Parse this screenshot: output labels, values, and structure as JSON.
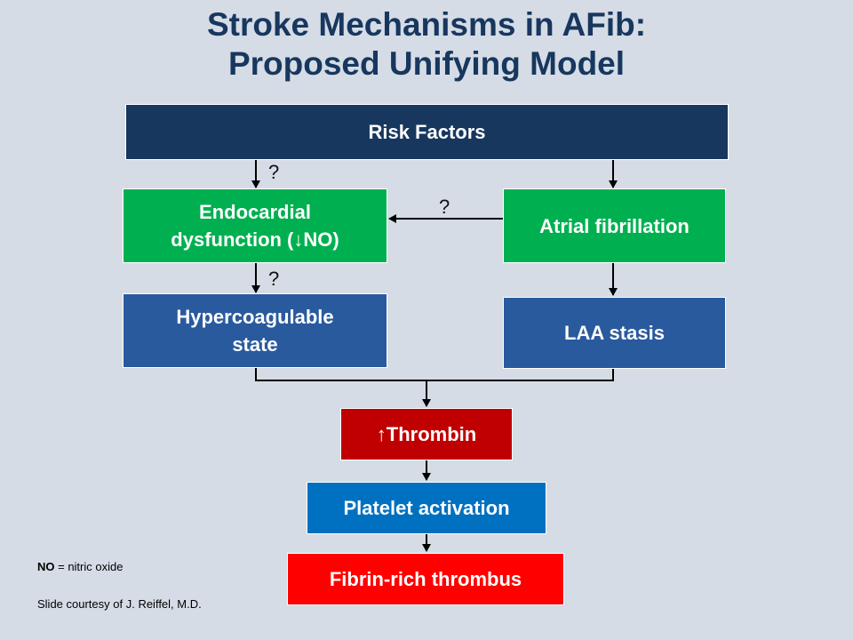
{
  "title": {
    "line1": "Stroke Mechanisms in AFib:",
    "line2": "Proposed Unifying Model"
  },
  "boxes": {
    "risk_factors": "Risk Factors",
    "endocardial_line1": "Endocardial",
    "endocardial_line2_pre": "dysfunction (",
    "endocardial_symbol": "↓",
    "endocardial_line2_post": "NO)",
    "atrial_fibrillation": "Atrial fibrillation",
    "hypercoagulable_line1": "Hypercoagulable",
    "hypercoagulable_line2": "state",
    "laa_stasis": "LAA stasis",
    "thrombin_symbol": "↑",
    "thrombin": "Thrombin",
    "platelet_activation": "Platelet activation",
    "fibrin_thrombus": "Fibrin-rich thrombus"
  },
  "question_marks": {
    "risk_to_endocardial": "?",
    "afib_to_endocardial": "?",
    "endocardial_to_hypercoagulable": "?"
  },
  "footnotes": {
    "abbrev_term": "NO",
    "abbrev_def": " = nitric oxide",
    "credit": "Slide courtesy of J. Reiffel, M.D."
  },
  "colors": {
    "background": "#d5dce6",
    "title": "#17375e",
    "navy": "#17375e",
    "green": "#00b050",
    "steel_blue": "#2a5a9e",
    "dark_red": "#c00000",
    "bright_blue": "#0070c0",
    "red": "#ff0000"
  }
}
